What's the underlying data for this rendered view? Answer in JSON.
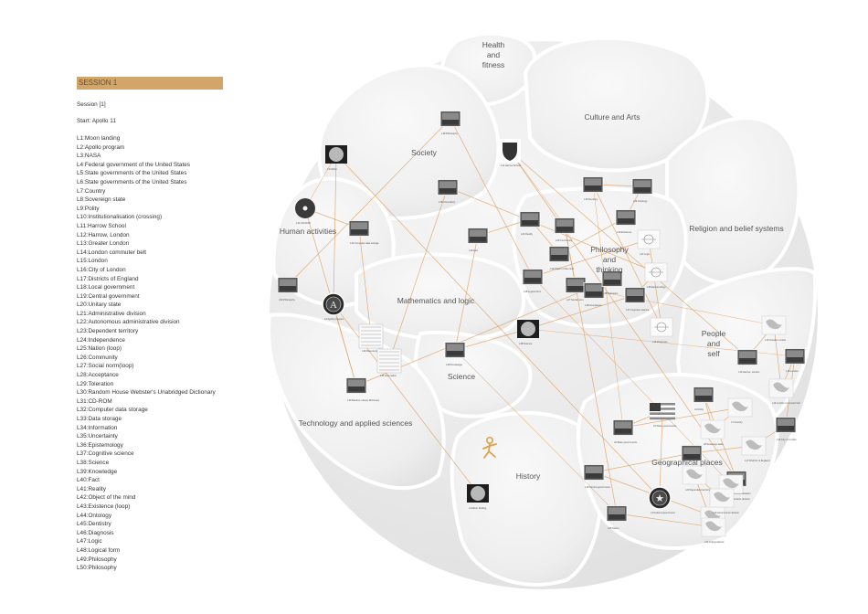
{
  "sidebar": {
    "header": "SESSION 1",
    "session": "Session [1]",
    "start": "Start: Apollo 11",
    "steps": [
      "L1:Moon landing",
      "L2:Apollo program",
      "L3:NASA",
      "L4:Federal government of the United States",
      "L5:State governments of the United States",
      "L6:State governments of the United States",
      "L7:Country",
      "L8:Sovereign state",
      "L9:Polity",
      "L10:Institutionalisation (crossing)",
      "L11:Harrow School",
      "L12:Harrow, London",
      "L13:Greater London",
      "L14:London commuter belt",
      "L15:London",
      "L16:City of London",
      "L17:Districts of England",
      "L18:Local government",
      "L19:Central government",
      "L20:Unitary state",
      "L21:Administrative division",
      "L22:Autonomous administrative division",
      "L23:Dependent territory",
      "L24:Independence",
      "L25:Nation (loop)",
      "L26:Community",
      "L27:Social norm(loop)",
      "L28:Acceptance",
      "L29:Toleration",
      "L30:Random House Webster's Unabridged Dictionary",
      "L31:CD-ROM",
      "L32:Computer data storage",
      "L33:Data storage",
      "L34:Information",
      "L35:Uncertainty",
      "L36:Epistemology",
      "L37:Cognitive science",
      "L38:Science",
      "L39:Knowledge",
      "L40:Fact",
      "L41:Reality",
      "L42:Object of the mind",
      "L43:Existence (loop)",
      "L44:Ontology",
      "L45:Dentistry",
      "L46:Diagnosis",
      "L47:Logic",
      "L48:Logical form",
      "L49:Philosophy",
      "L50:Philosophy"
    ]
  },
  "regions": [
    {
      "label": "Health\nand\nfitness"
    },
    {
      "label": "Culture and Arts"
    },
    {
      "label": "Society"
    },
    {
      "label": "Human activities"
    },
    {
      "label": "Religion and belief systems"
    },
    {
      "label": "Philosophy\nand\nthinking"
    },
    {
      "label": "Mathematics and logic"
    },
    {
      "label": "People\nand\nself"
    },
    {
      "label": "Science"
    },
    {
      "label": "Technology and applied sciences"
    },
    {
      "label": "History"
    },
    {
      "label": "Geographical places"
    }
  ],
  "nodes": [
    {
      "caption": "L1:Moon landing",
      "icon": "moon-photo"
    },
    {
      "caption": "L2:Apollo program",
      "icon": "apollo-emblem"
    },
    {
      "caption": "L3:NASA",
      "icon": "round-photo"
    },
    {
      "caption": "L4:Federal government",
      "icon": "seal-emblem"
    },
    {
      "caption": "L5:State governments",
      "icon": "us-flag"
    },
    {
      "caption": "L6:State governments",
      "icon": "photo"
    },
    {
      "caption": "L7:Country",
      "icon": "map"
    },
    {
      "caption": "L8:Sovereign state",
      "icon": "map"
    },
    {
      "caption": "L9:Polity",
      "icon": "photo"
    },
    {
      "caption": "L10:Institutionalisation",
      "icon": "photo"
    },
    {
      "caption": "L11:Harrow School",
      "icon": "crest"
    },
    {
      "caption": "L12:Harrow, London",
      "icon": "photo"
    },
    {
      "caption": "L13:Greater London",
      "icon": "map"
    },
    {
      "caption": "L14:London commuter belt",
      "icon": "map"
    },
    {
      "caption": "L15:London",
      "icon": "photo"
    },
    {
      "caption": "L16:City of London",
      "icon": "photo"
    },
    {
      "caption": "L17:Districts of England",
      "icon": "map"
    },
    {
      "caption": "L18:Local government",
      "icon": "photo"
    },
    {
      "caption": "L19:Central government",
      "icon": "photo"
    },
    {
      "caption": "L20:Unitary state",
      "icon": "map"
    },
    {
      "caption": "L21:Administrative division",
      "icon": "map"
    },
    {
      "caption": "L22:Autonomous division",
      "icon": "map"
    },
    {
      "caption": "L23:Dependent territory",
      "icon": "map"
    },
    {
      "caption": "L24:Independence",
      "icon": "map"
    },
    {
      "caption": "L25:Nation",
      "icon": "photo"
    },
    {
      "caption": "L26:Community",
      "icon": "photo"
    },
    {
      "caption": "L27:Social norm",
      "icon": "photo"
    },
    {
      "caption": "L28:Acceptance",
      "icon": "photo"
    },
    {
      "caption": "L29:Toleration",
      "icon": "photo"
    },
    {
      "caption": "L30:Random House Dictionary",
      "icon": "photo"
    },
    {
      "caption": "L31:CD-ROM",
      "icon": "cd"
    },
    {
      "caption": "L32:Computer data storage",
      "icon": "photo"
    },
    {
      "caption": "L33:Data storage",
      "icon": "table"
    },
    {
      "caption": "L34:Information",
      "icon": "table"
    },
    {
      "caption": "L35:Uncertainty",
      "icon": "photo"
    },
    {
      "caption": "L36:Epistemology",
      "icon": "diagram"
    },
    {
      "caption": "L37:Cognitive science",
      "icon": "photo"
    },
    {
      "caption": "L38:Science",
      "icon": "round-photo"
    },
    {
      "caption": "L39:Knowledge",
      "icon": "photo"
    },
    {
      "caption": "L40:Fact",
      "icon": "photo"
    },
    {
      "caption": "L41:Reality",
      "icon": "photo"
    },
    {
      "caption": "L42:Object of the mind",
      "icon": "photo"
    },
    {
      "caption": "L43:Existence",
      "icon": "photo"
    },
    {
      "caption": "L44:Ontology",
      "icon": "photo"
    },
    {
      "caption": "L45:Dentistry",
      "icon": "photo"
    },
    {
      "caption": "L46:Diagnosis",
      "icon": "diagram"
    },
    {
      "caption": "L47:Logic",
      "icon": "diagram"
    },
    {
      "caption": "L48:Logical form",
      "icon": "photo"
    },
    {
      "caption": "L49:Philosophy",
      "icon": "photo"
    },
    {
      "caption": "L50:Philosophy",
      "icon": "photo"
    }
  ],
  "colors": {
    "link": "#e0a060",
    "region": "#ececec",
    "border": "#ffffff",
    "person": "#dba24a"
  }
}
